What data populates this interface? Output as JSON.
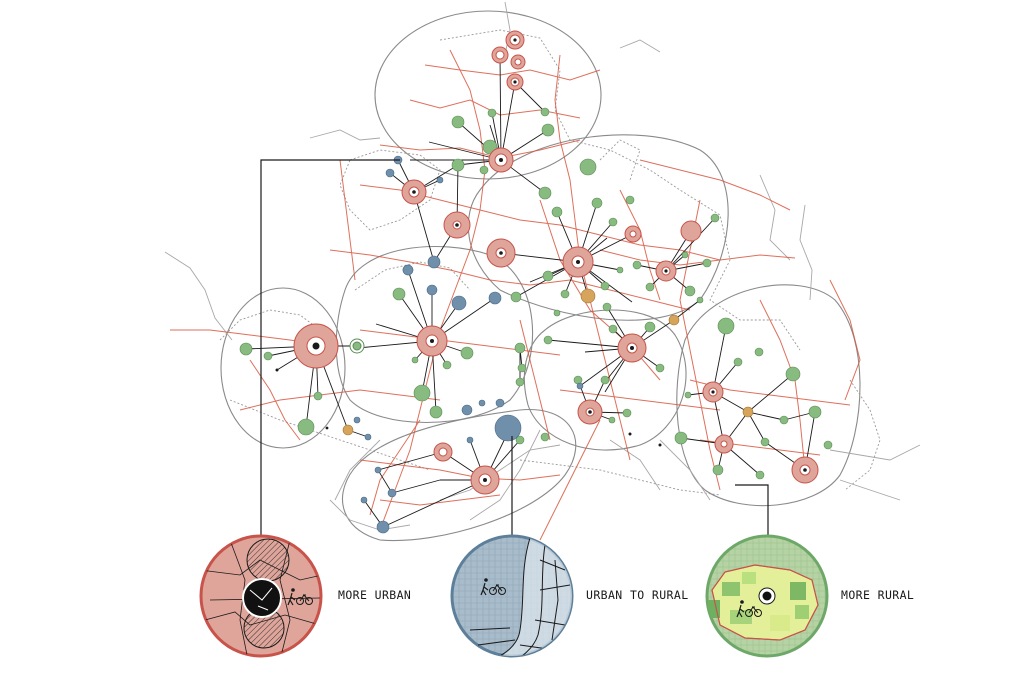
{
  "labels": {
    "urban": "MORE URBAN",
    "transition": "URBAN TO RURAL",
    "rural": "MORE RURAL"
  },
  "colors": {
    "urban": "#c8534a",
    "urban_fill": "#dfa59a",
    "transition": "#5d7f9a",
    "transition_fill": "#a9bccb",
    "rural": "#6ea868",
    "rural_fill": "#b5d3a4",
    "node_green": "#88bb7f",
    "node_blue": "#6f8fab",
    "node_orange": "#d6a45b",
    "road_red": "#d9573f",
    "road_grey": "#a8a8a8",
    "boundary": "#8a8a8a",
    "line": "#1a1a1a"
  },
  "icons": {
    "walk": "walking-person-icon",
    "bike": "bicycle-icon"
  }
}
